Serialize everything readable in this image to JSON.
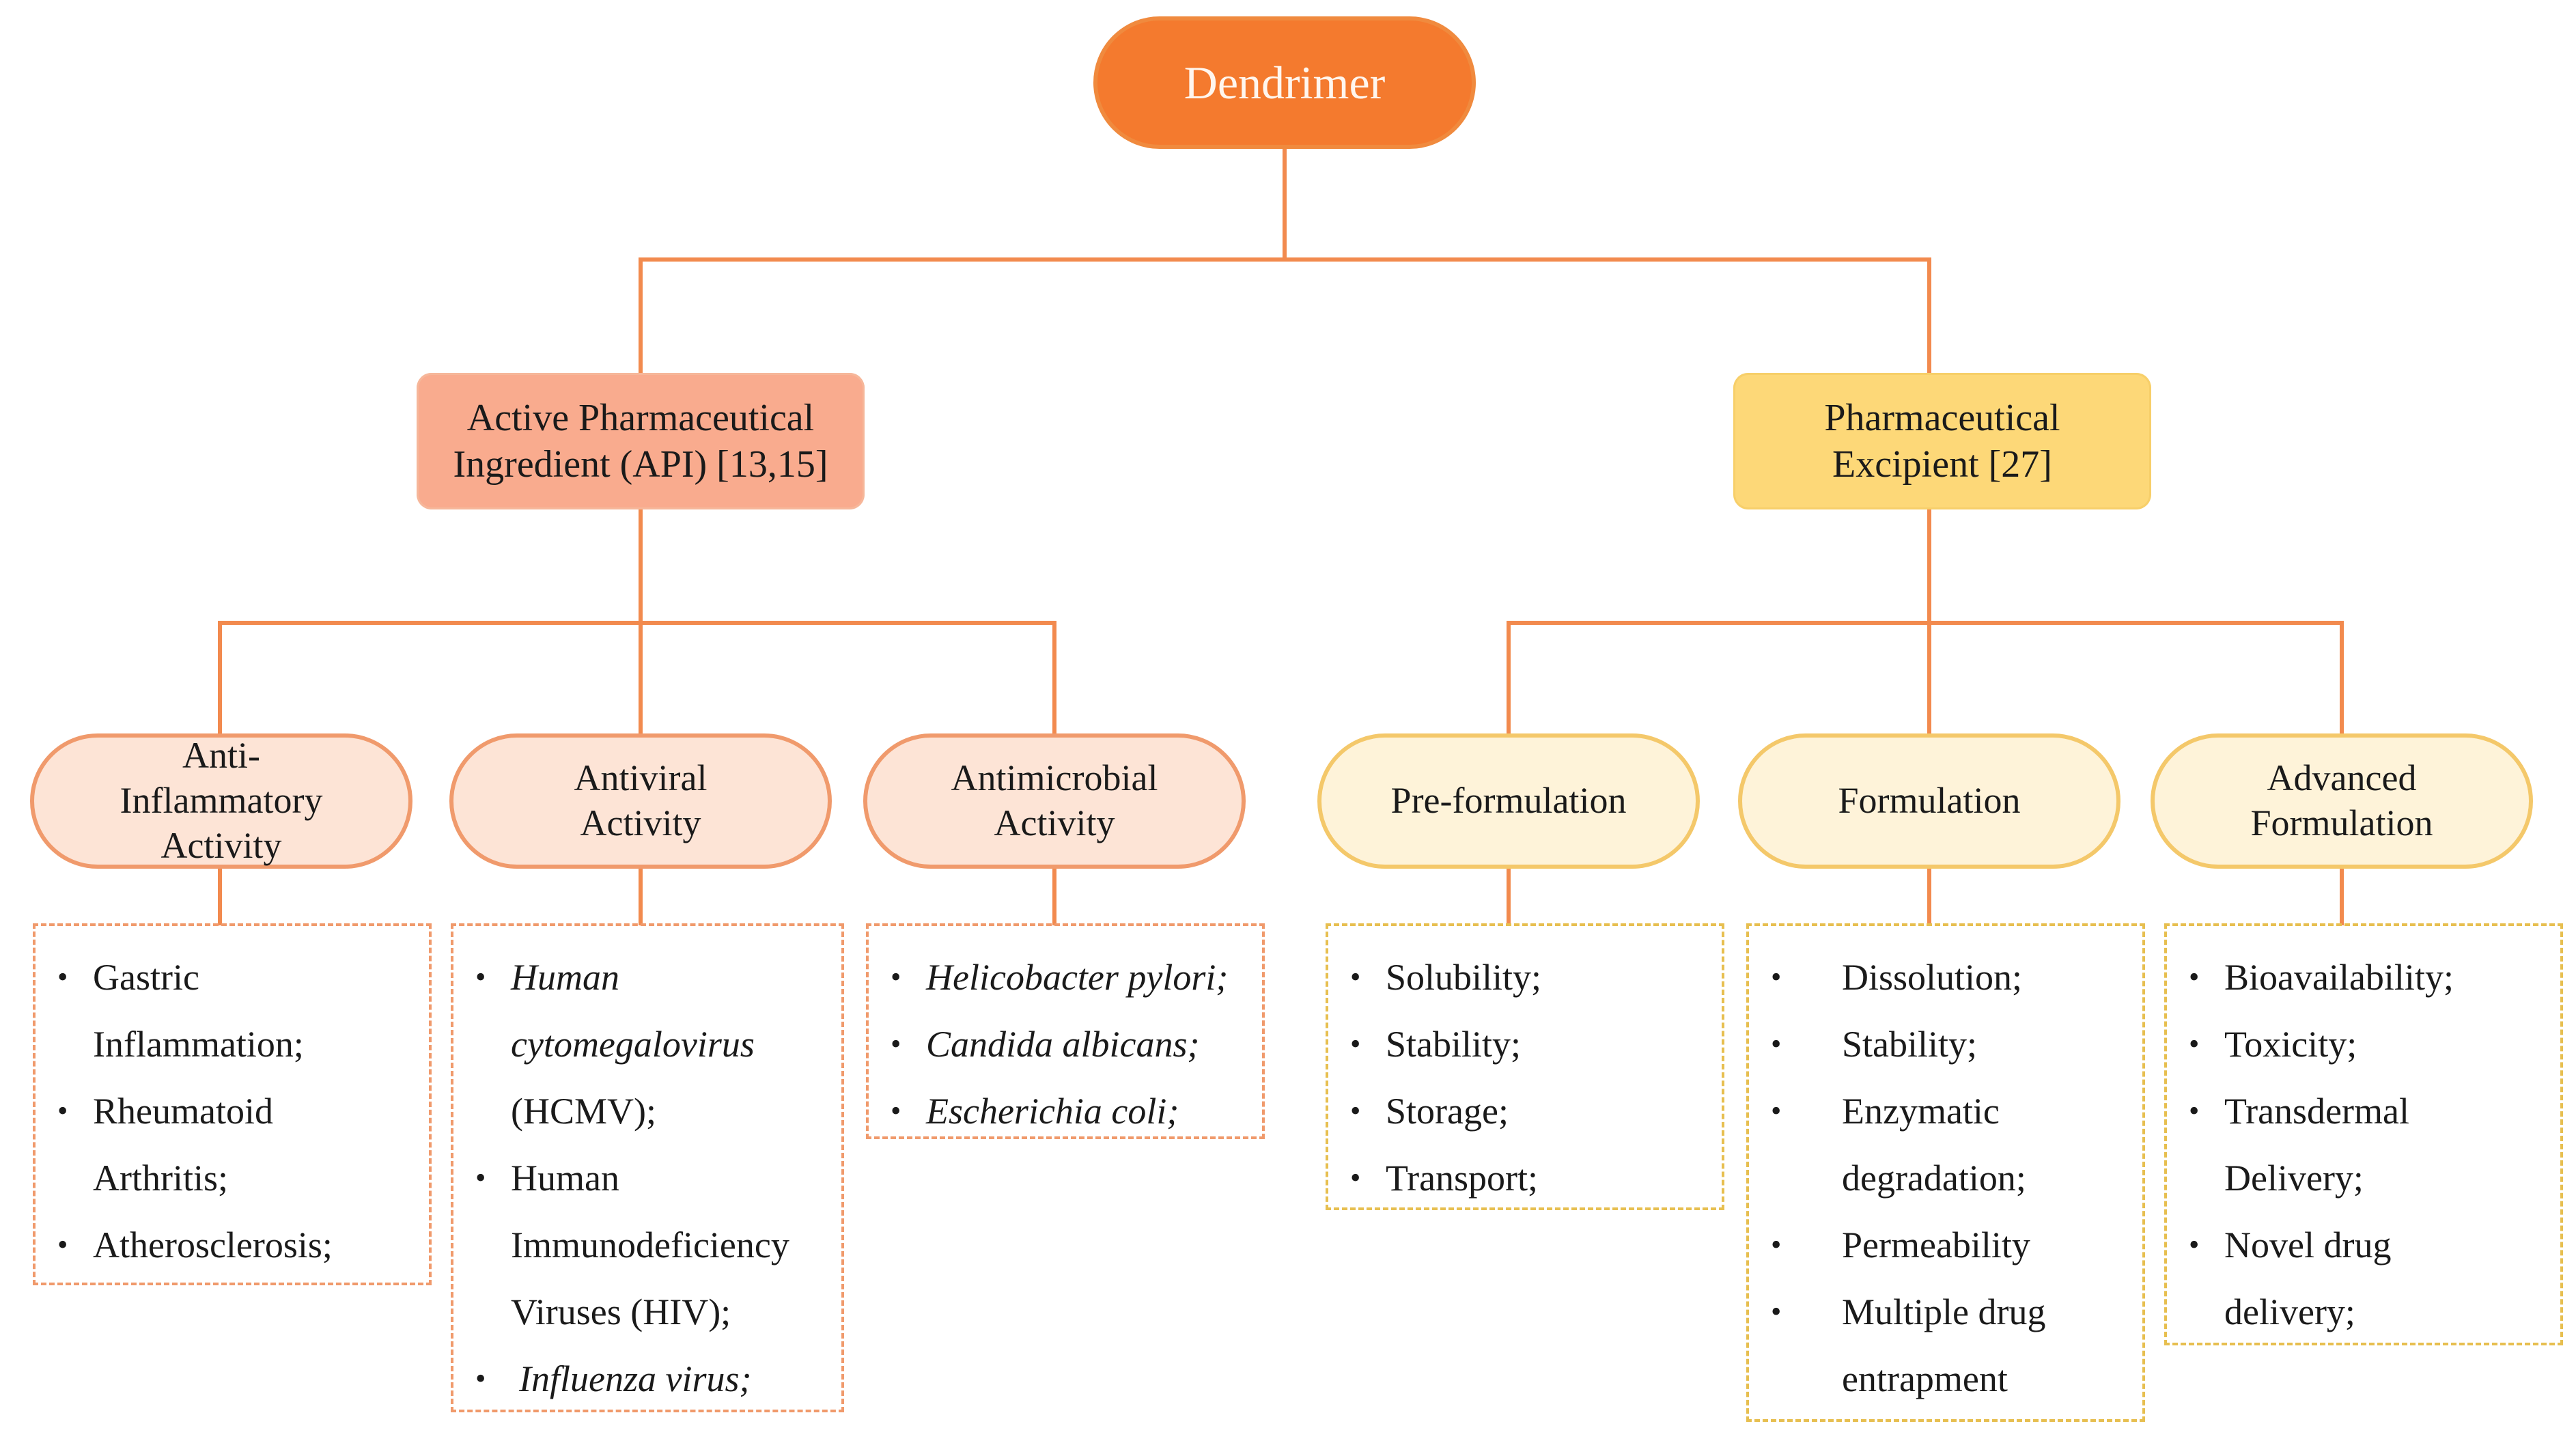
{
  "root": {
    "label": "Dendrimer"
  },
  "api": {
    "label": "Active Pharmaceutical Ingredient (API) [13,15]"
  },
  "excipient": {
    "label": "Pharmaceutical Excipient [27]"
  },
  "categories": [
    {
      "label": "Anti-Inflammatory Activity",
      "items": [
        {
          "text": "Gastric Inflammation;",
          "italic": false
        },
        {
          "text": "Rheumatoid Arthritis;",
          "italic": false
        },
        {
          "text": "Atherosclerosis;",
          "italic": false
        }
      ]
    },
    {
      "label": "Antiviral Activity",
      "items": [
        {
          "text": "Human cytomegalovirus",
          "italic": true,
          "suffix": " (HCMV);"
        },
        {
          "text": "Human Immunodeficiency Viruses (HIV);",
          "italic": false
        },
        {
          "text": "Influenza virus;",
          "italic": true
        }
      ]
    },
    {
      "label": "Antimicrobial Activity",
      "items": [
        {
          "text": "Helicobacter pylori;",
          "italic": true
        },
        {
          "text": "Candida albicans;",
          "italic": true
        },
        {
          "text": "Escherichia coli;",
          "italic": true
        }
      ]
    },
    {
      "label": "Pre-formulation",
      "items": [
        {
          "text": "Solubility;",
          "italic": false
        },
        {
          "text": "Stability;",
          "italic": false
        },
        {
          "text": "Storage;",
          "italic": false
        },
        {
          "text": "Transport;",
          "italic": false
        }
      ]
    },
    {
      "label": "Formulation",
      "items": [
        {
          "text": "Dissolution;",
          "italic": false
        },
        {
          "text": "Stability;",
          "italic": false
        },
        {
          "text": "Enzymatic degradation;",
          "italic": false
        },
        {
          "text": "Permeability",
          "italic": false
        },
        {
          "text": "Multiple drug entrapment",
          "italic": false
        }
      ]
    },
    {
      "label": "Advanced Formulation",
      "items": [
        {
          "text": "Bioavailability;",
          "italic": false
        },
        {
          "text": "Toxicity;",
          "italic": false
        },
        {
          "text": "Transdermal Delivery;",
          "italic": false
        },
        {
          "text": "Novel drug delivery;",
          "italic": false
        }
      ]
    }
  ],
  "colors": {
    "connector": "#f28a4e",
    "root": "#f47a2e",
    "api": "#f9ab8e",
    "excipient": "#fdd878"
  }
}
